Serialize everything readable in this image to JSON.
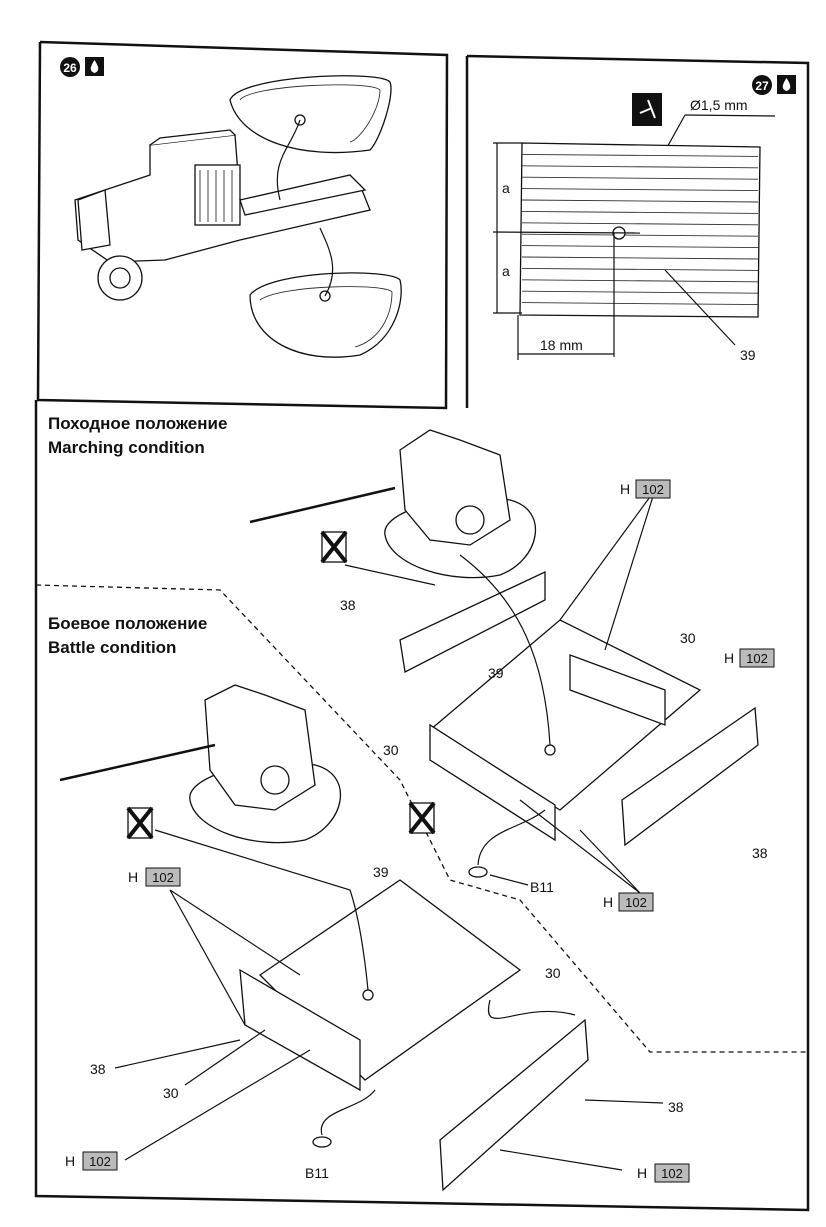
{
  "steps": {
    "step26": {
      "number": "26",
      "glue_icon": "glue-drop-icon"
    },
    "step27": {
      "number": "27",
      "glue_icon": "glue-drop-icon",
      "drill_icon": "drill-icon",
      "hole_diameter": "Ø1,5 mm",
      "dimension_a_top": "a",
      "dimension_a_bottom": "a",
      "offset": "18 mm",
      "part": "39"
    }
  },
  "marching": {
    "title_ru": "Походное положение",
    "title_en": "Marching condition",
    "parts": {
      "p38_left": "38",
      "p30_right": "30",
      "p39": "39",
      "p30_left": "30",
      "p38_right": "38",
      "b11": "B11"
    },
    "paint_callouts": [
      {
        "letter": "H",
        "code": "102"
      },
      {
        "letter": "H",
        "code": "102"
      },
      {
        "letter": "H",
        "code": "102"
      }
    ]
  },
  "battle": {
    "title_ru": "Боевое положение",
    "title_en": "Battle condition",
    "parts": {
      "p39": "39",
      "p30_right": "30",
      "p38_left": "38",
      "p30_left": "30",
      "p38_right": "38",
      "b11": "B11"
    },
    "paint_callouts": [
      {
        "letter": "H",
        "code": "102"
      },
      {
        "letter": "H",
        "code": "102"
      },
      {
        "letter": "H",
        "code": "102"
      }
    ]
  }
}
